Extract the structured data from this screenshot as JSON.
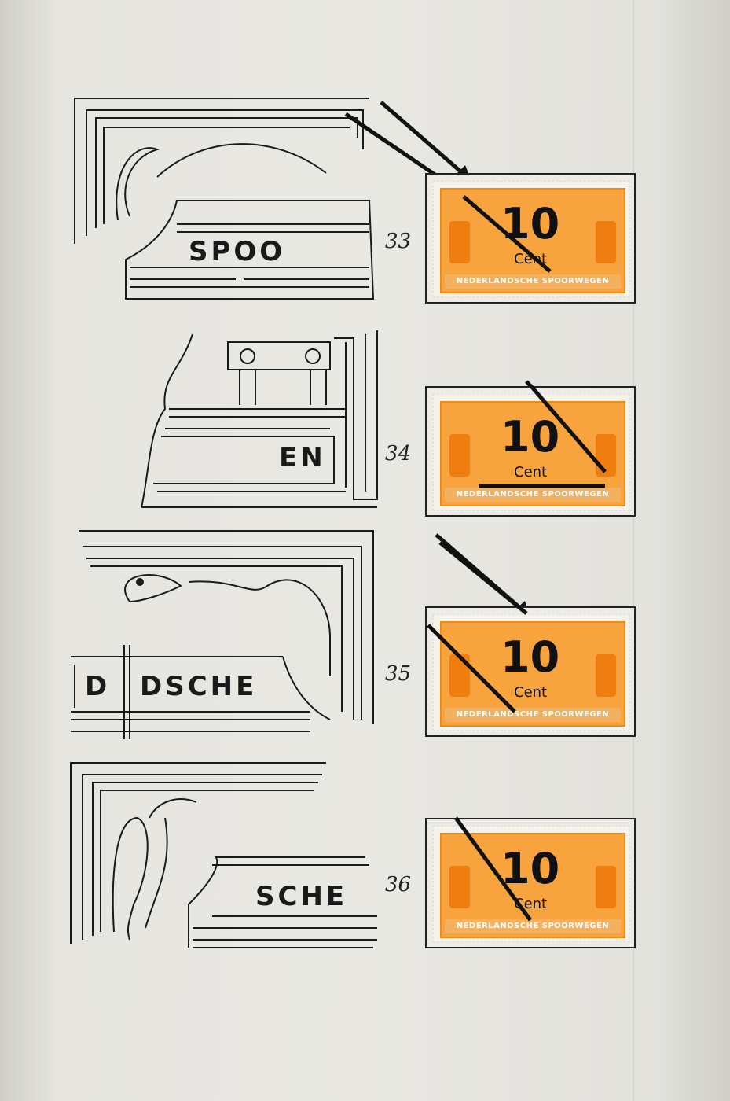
{
  "rows": [
    {
      "number": "33",
      "fragment": "SPOO",
      "stamp": {
        "value": "10",
        "unit": "Cent",
        "inscription": "NEDERLANDSCHE SPOORWEGEN"
      }
    },
    {
      "number": "34",
      "fragment": "EN",
      "stamp": {
        "value": "10",
        "unit": "Cent",
        "inscription": "NEDERLANDSCHE SPOORWEGEN"
      }
    },
    {
      "number": "35",
      "fragment_left": "D",
      "fragment": "DSCHE",
      "stamp": {
        "value": "10",
        "unit": "Cent",
        "inscription": "NEDERLANDSCHE SPOORWEGEN"
      }
    },
    {
      "number": "36",
      "fragment": "SCHE",
      "stamp": {
        "value": "10",
        "unit": "Cent",
        "inscription": "NEDERLANDSCHE SPOORWEGEN"
      }
    }
  ],
  "colors": {
    "stamp_orange": "#f7a43e",
    "ink": "#1a1a1a",
    "paper": "#e9e8e3"
  }
}
